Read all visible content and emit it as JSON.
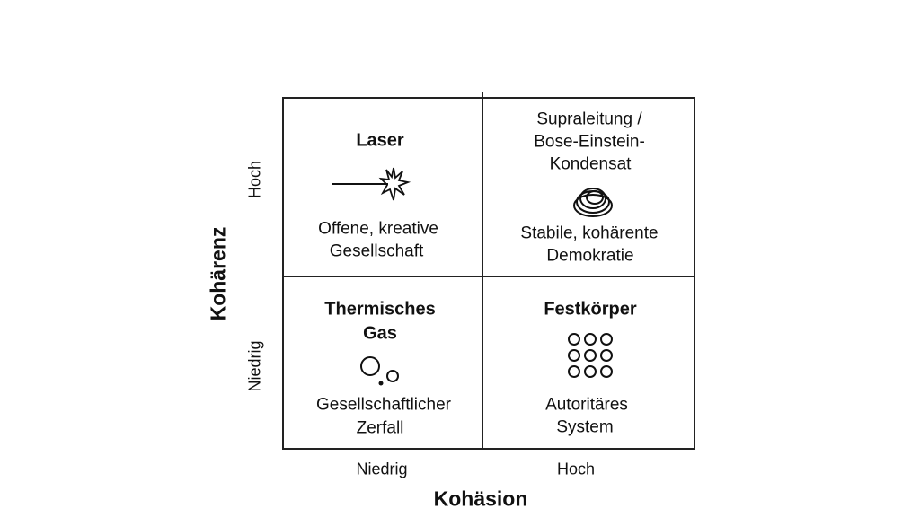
{
  "quadrants": {
    "top_left": {
      "title": "Laser",
      "icon": "laser-icon",
      "description_line1": "Offene, kreative",
      "description_line2": "Gesellschaft"
    },
    "top_right": {
      "title_line1": "Supraleitung /",
      "title_line2": "Bose-Einstein-",
      "title_line3": "Kondensat",
      "icon": "coil-icon",
      "description_line1": "Stabile, kohärente",
      "description_line2": "Demokratie"
    },
    "bottom_left": {
      "title_line1": "Thermisches",
      "title_line2": "Gas",
      "icon": "bubbles-icon",
      "description_line1": "Gesellschaftlicher",
      "description_line2": "Zerfall"
    },
    "bottom_right": {
      "title": "Festkörper",
      "icon": "lattice-icon",
      "description_line1": "Autoritäres",
      "description_line2": "System"
    }
  },
  "y_axis": {
    "title": "Kohärenz",
    "high": "Hoch",
    "low": "Niedrig"
  },
  "x_axis": {
    "title": "Kohäsion",
    "low": "Niedrig",
    "high": "Hoch"
  }
}
